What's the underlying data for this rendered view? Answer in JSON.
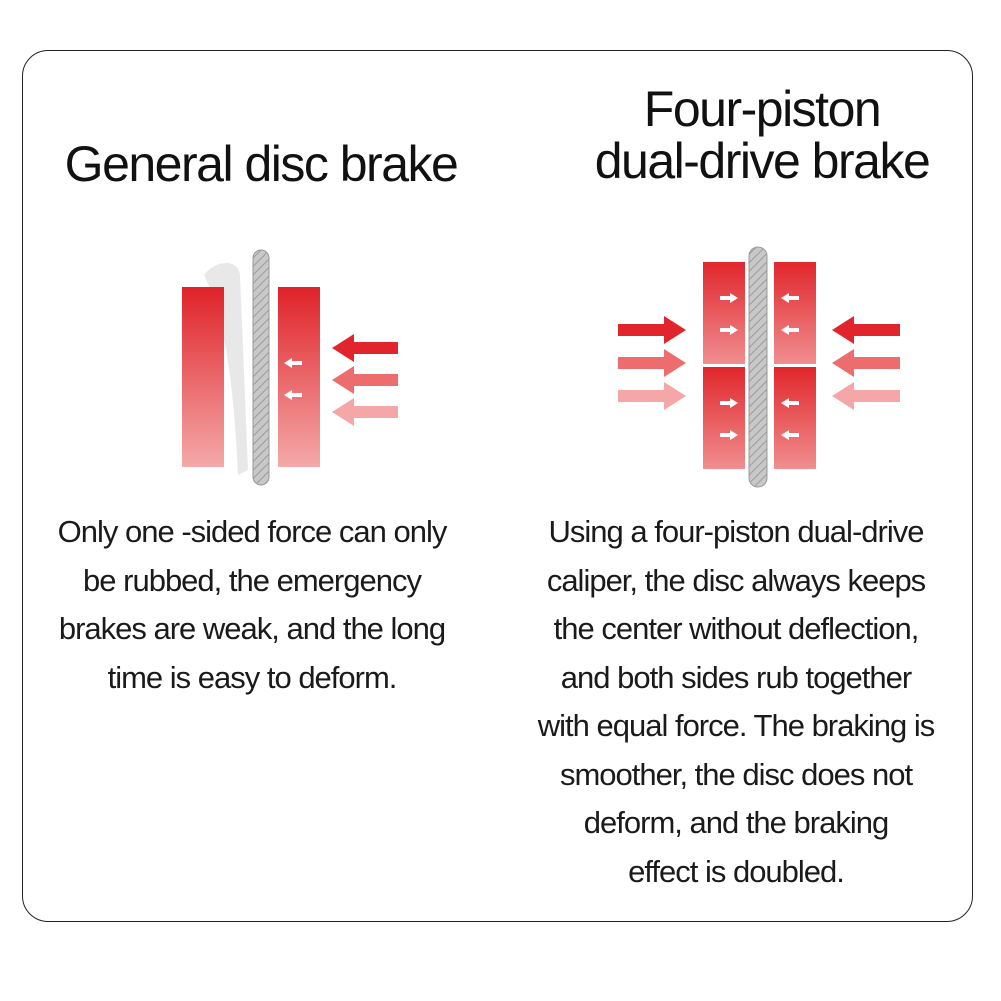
{
  "left": {
    "title_lines": [
      "General disc brake"
    ],
    "description_lines": [
      "Only one -sided force can only",
      "be rubbed, the emergency",
      "brakes are weak, and the long",
      "time is easy to deform."
    ]
  },
  "right": {
    "title_lines": [
      "Four-piston",
      "dual-drive brake"
    ],
    "description_lines": [
      "Using a four-piston dual-drive",
      "caliper, the disc always keeps",
      "the center without deflection,",
      "and both sides rub together",
      "with equal force. The braking is",
      "smoother, the disc does not",
      "deform, and the braking",
      "effect is doubled."
    ]
  },
  "colors": {
    "pad_red": "#e0262c",
    "pad_pink": "#f6b8b8",
    "disc_gray": "#b4b4b4",
    "frame_border": "#222222"
  }
}
